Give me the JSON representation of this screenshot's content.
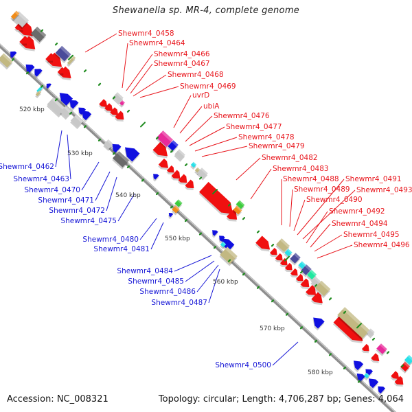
{
  "title": "Shewanella sp. MR-4, complete genome",
  "footer": {
    "accession": "Accession: NC_008321",
    "summary": "Topology: circular; Length: 4,706,287 bp; Genes: 4,064"
  },
  "colors": {
    "forward_label": "#e8141b",
    "reverse_label": "#1515d6",
    "backbone": "#8c8c8c",
    "tick": "#1d8a1d"
  },
  "kbp_marks": [
    "520 kbp",
    "530 kbp",
    "540 kbp",
    "550 kbp",
    "560 kbp",
    "570 kbp",
    "580 kbp"
  ],
  "forward_labels": [
    "Shewmr4_0458",
    "Shewmr4_0464",
    "Shewmr4_0466",
    "Shewmr4_0467",
    "Shewmr4_0468",
    "Shewmr4_0469",
    "uvrD",
    "ubiA",
    "Shewmr4_0476",
    "Shewmr4_0477",
    "Shewmr4_0478",
    "Shewmr4_0479",
    "Shewmr4_0482",
    "Shewmr4_0483",
    "Shewmr4_0488",
    "Shewmr4_0489",
    "Shewmr4_0490",
    "Shewmr4_0491",
    "Shewmr4_0493",
    "Shewmr4_0492",
    "Shewmr4_0494",
    "Shewmr4_0495",
    "Shewmr4_0496"
  ],
  "reverse_labels": [
    "Shewmr4_0462",
    "Shewmr4_0463",
    "Shewmr4_0470",
    "Shewmr4_0471",
    "Shewmr4_0472",
    "Shewmr4_0475",
    "Shewmr4_0480",
    "Shewmr4_0481",
    "Shewmr4_0484",
    "Shewmr4_0485",
    "Shewmr4_0486",
    "Shewmr4_0487",
    "Shewmr4_0500"
  ]
}
